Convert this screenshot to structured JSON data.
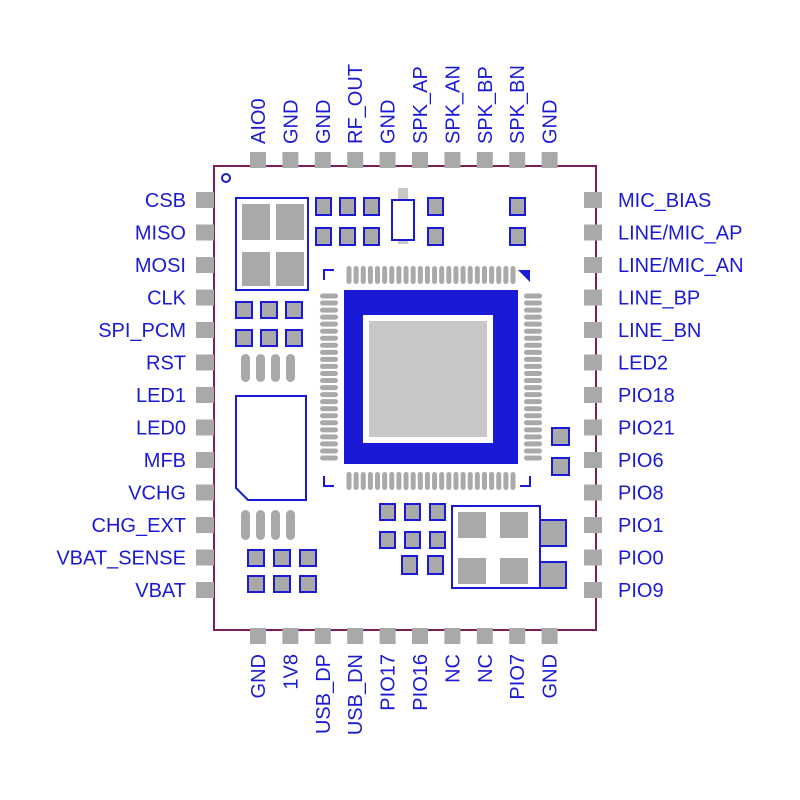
{
  "module": {
    "pins_top": [
      "AIO0",
      "GND",
      "GND",
      "RF_OUT",
      "GND",
      "SPK_AP",
      "SPK_AN",
      "SPK_BP",
      "SPK_BN",
      "GND"
    ],
    "pins_bottom": [
      "GND",
      "1V8",
      "USB_DP",
      "USB_DN",
      "PIO17",
      "PIO16",
      "NC",
      "NC",
      "PIO7",
      "GND"
    ],
    "pins_left": [
      "CSB",
      "MISO",
      "MOSI",
      "CLK",
      "SPI_PCM",
      "RST",
      "LED1",
      "LED0",
      "MFB",
      "VCHG",
      "CHG_EXT",
      "VBAT_SENSE",
      "VBAT"
    ],
    "pins_right": [
      "MIC_BIAS",
      "LINE/MIC_AP",
      "LINE/MIC_AN",
      "LINE_BP",
      "LINE_BN",
      "LED2",
      "PIO18",
      "PIO21",
      "PIO6",
      "PIO8",
      "PIO1",
      "PIO0",
      "PIO9"
    ]
  },
  "colors": {
    "outline": "#7a1e5c",
    "pad": "#a9a9a9",
    "trace": "#1a1ad6",
    "label": "#1a1ad6",
    "chip_fill": "#1a1ad6",
    "die": "#c8c8c8"
  }
}
